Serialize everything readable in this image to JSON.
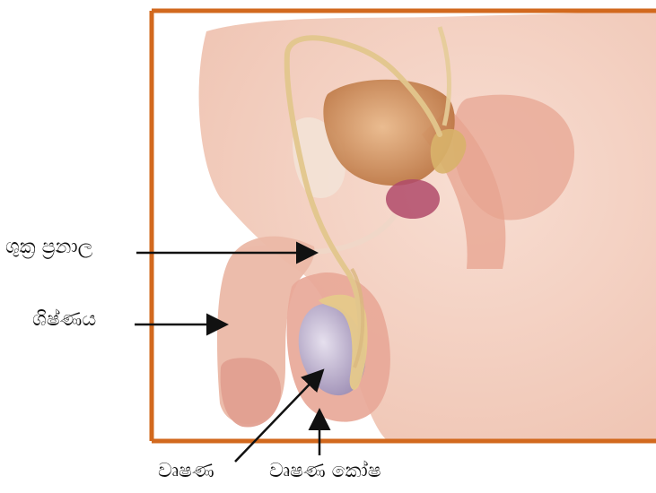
{
  "colors": {
    "frame": "#d2691e",
    "leader": "#111111",
    "skin": "#f1c9b8",
    "tissue": "#e8a89a",
    "duct": "#e8cf9a",
    "testis": "#b8a8c8",
    "bladder": "#c98a5a",
    "prostate": "#b04a6a"
  },
  "labels": {
    "vas_deferens": "ශුක්‍ර ප්‍රනාල",
    "penis": "ශිෂ්ණය",
    "testis": "වෘෂණ",
    "scrotum": "වෘෂණ කෝෂ"
  }
}
